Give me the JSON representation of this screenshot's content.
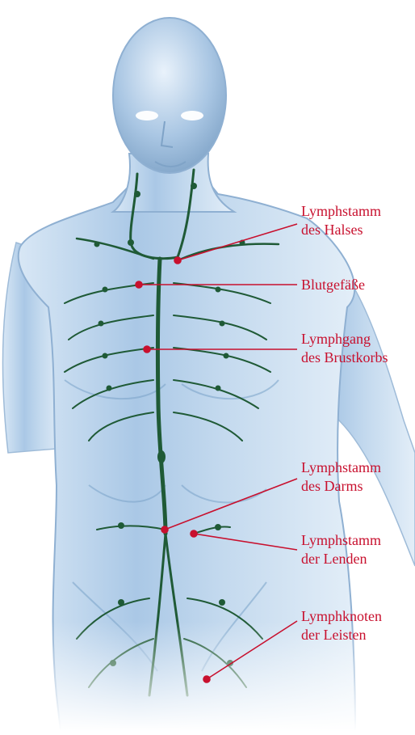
{
  "diagram": {
    "labels": [
      {
        "id": "lymphstamm-hals",
        "lines": [
          "Lymphstamm",
          "des Halses"
        ]
      },
      {
        "id": "blutgefaesse",
        "lines": [
          "Blutgefäße"
        ]
      },
      {
        "id": "lymphgang-brustkorb",
        "lines": [
          "Lymphgang",
          "des Brustkorbs"
        ]
      },
      {
        "id": "lymphstamm-darm",
        "lines": [
          "Lymphstamm",
          "des Darms"
        ]
      },
      {
        "id": "lymphstamm-lenden",
        "lines": [
          "Lymphstamm",
          "der Lenden"
        ]
      },
      {
        "id": "lymphknoten-leisten",
        "lines": [
          "Lymphknoten",
          "der Leisten"
        ]
      }
    ],
    "colors": {
      "label": "#c8102e",
      "lymph": "#1f5a36",
      "body": "#b9d3ea",
      "body_shade": "#7fa6cb"
    }
  }
}
